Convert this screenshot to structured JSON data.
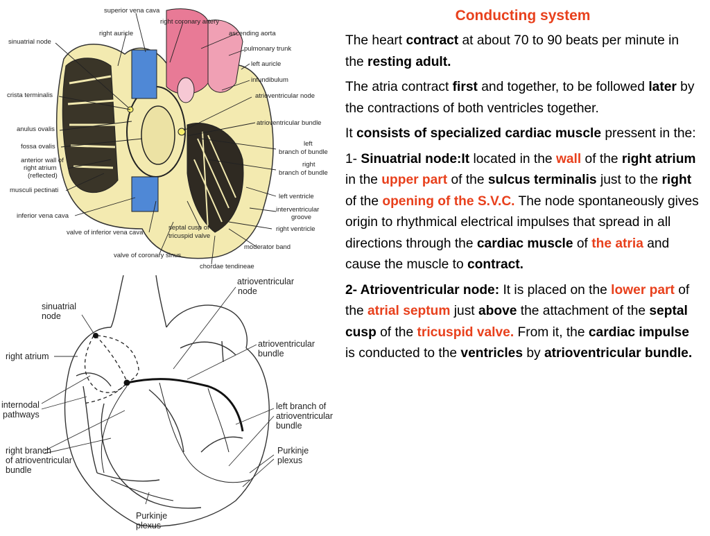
{
  "colors": {
    "accent_red": "#e8401c",
    "heart_yellow": "#f3eab0",
    "vessel_blue": "#4f88d6",
    "vessel_pink": "#e87a96"
  },
  "diagram_top": {
    "labels": {
      "superior_vena_cava": "superior vena cava",
      "right_coronary_artery": "right coronary artery",
      "right_auricle": "right auricle",
      "ascending_aorta": "ascending aorta",
      "sinuatrial_node": "sinuatrial node",
      "pulmonary_trunk": "pulmonary trunk",
      "left_auricle": "left auricle",
      "infundibulum": "infundibulum",
      "crista_terminalis": "crista terminalis",
      "atrioventricular_node": "atrioventricular node",
      "atrioventricular_bundle": "atrioventricular bundle",
      "anulus_ovalis": "anulus ovalis",
      "fossa_ovalis": "fossa ovalis",
      "left_branch_1": "left",
      "left_branch_2": "branch of bundle",
      "right_branch_1": "right",
      "right_branch_2": "branch of bundle",
      "anterior_wall_1": "anterior wall of",
      "anterior_wall_2": "right atrium",
      "anterior_wall_3": "(reflected)",
      "musculi_pectinati": "musculi pectinati",
      "left_ventricle": "left ventricle",
      "interventricular_1": "interventricular",
      "interventricular_2": "groove",
      "inferior_vena_cava": "inferior vena cava",
      "right_ventricle": "right ventricle",
      "valve_ivc": "valve of inferior vena cava",
      "septal_cusp_1": "septal cusp of",
      "septal_cusp_2": "tricuspid valve",
      "moderator_band": "moderator band",
      "valve_coronary_sinus": "valve of coronary sinus",
      "chordae_tendineae": "chordae tendineae"
    }
  },
  "diagram_bottom": {
    "labels": {
      "av_node_1": "atrioventricular",
      "av_node_2": "node",
      "sa_node_1": "sinuatrial",
      "sa_node_2": "node",
      "right_atrium": "right atrium",
      "av_bundle_1": "atrioventricular",
      "av_bundle_2": "bundle",
      "internodal_1": "internodal",
      "internodal_2": "pathways",
      "left_branch_1": "left branch of",
      "left_branch_2": "atrioventricular",
      "left_branch_3": "bundle",
      "right_branch_1": "right branch",
      "right_branch_2": "of atrioventricular",
      "right_branch_3": "bundle",
      "purkinje_right_1": "Purkinje",
      "purkinje_right_2": "plexus",
      "purkinje_bottom_1": "Purkinje",
      "purkinje_bottom_2": "plexus"
    }
  },
  "text": {
    "title": "Conducting system",
    "p1": {
      "t1": "The heart ",
      "b1": "contract",
      "t2": " at about 70 to 90 beats per minute in the ",
      "b2": "resting adult."
    },
    "p2": {
      "t1": "The atria contract ",
      "b1": "first",
      "t2": " and together, to be followed ",
      "b2": "later",
      "t3": " by the contractions of both ventricles together."
    },
    "p3": {
      "t1": "It ",
      "b1": "consists of specialized cardiac muscle",
      "t2": " pressent in the:"
    },
    "p4": {
      "t1": "1- ",
      "b1": "Sinuatrial node:It",
      "t2": " located in the ",
      "r1": "wall",
      "t3": " of the ",
      "b2": "right atrium",
      "t4": " in the ",
      "r2": "upper part",
      "t5": " of the ",
      "b3": "sulcus terminalis",
      "t6": " just to the ",
      "b4": "right",
      "t7": " of the ",
      "r3": "opening of the S.V.C.",
      "t8": " The node spontaneously gives origin to rhythmical electrical impulses that spread in all directions through the ",
      "b5": "cardiac muscle",
      "t9": " of ",
      "r4": "the atria",
      "t10": " and cause the muscle to ",
      "b6": "contract."
    },
    "p5": {
      "b1": "2- Atrioventricular node:",
      "t1": " It is placed on the ",
      "r1": "lower part",
      "t2": " of the ",
      "r2": "atrial septum",
      "t3": " just ",
      "b2": "above",
      "t4": " the attachment of the ",
      "b3": "septal cusp",
      "t5": " of the ",
      "r3": "tricuspid valve.",
      "t6": " From it, the ",
      "b4": "cardiac impulse",
      "t7": " is conducted to the ",
      "b5": "ventricles",
      "t8": " by ",
      "b6": "atrioventricular bundle."
    }
  }
}
